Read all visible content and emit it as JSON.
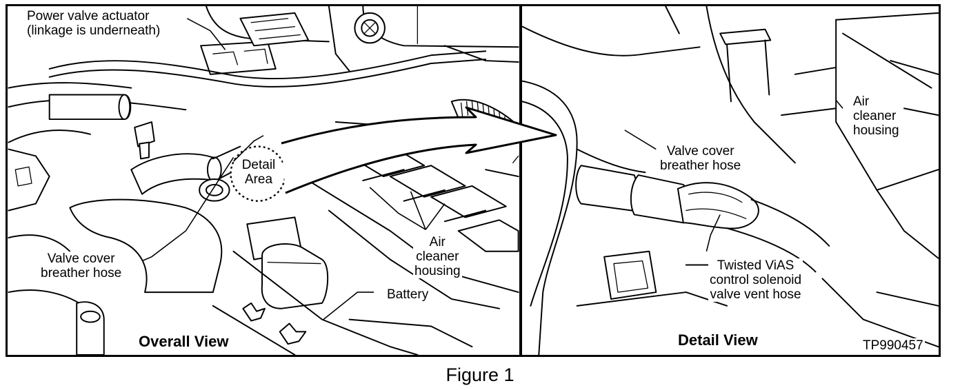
{
  "left_panel": {
    "title": "Overall View",
    "labels": {
      "power_valve_line1": "Power valve actuator",
      "power_valve_line2": "(linkage is underneath)",
      "detail_area_line1": "Detail",
      "detail_area_line2": "Area",
      "breather_line1": "Valve cover",
      "breather_line2": "breather hose",
      "air_cleaner_line1": "Air",
      "air_cleaner_line2": "cleaner",
      "air_cleaner_line3": "housing",
      "battery": "Battery"
    }
  },
  "right_panel": {
    "title": "Detail View",
    "code": "TP990457",
    "labels": {
      "air_cleaner_line1": "Air",
      "air_cleaner_line2": "cleaner",
      "air_cleaner_line3": "housing",
      "breather_line1": "Valve cover",
      "breather_line2": "breather hose",
      "vias_line1": "Twisted ViAS",
      "vias_line2": "control solenoid",
      "vias_line3": "valve vent hose"
    }
  },
  "caption": "Figure 1"
}
